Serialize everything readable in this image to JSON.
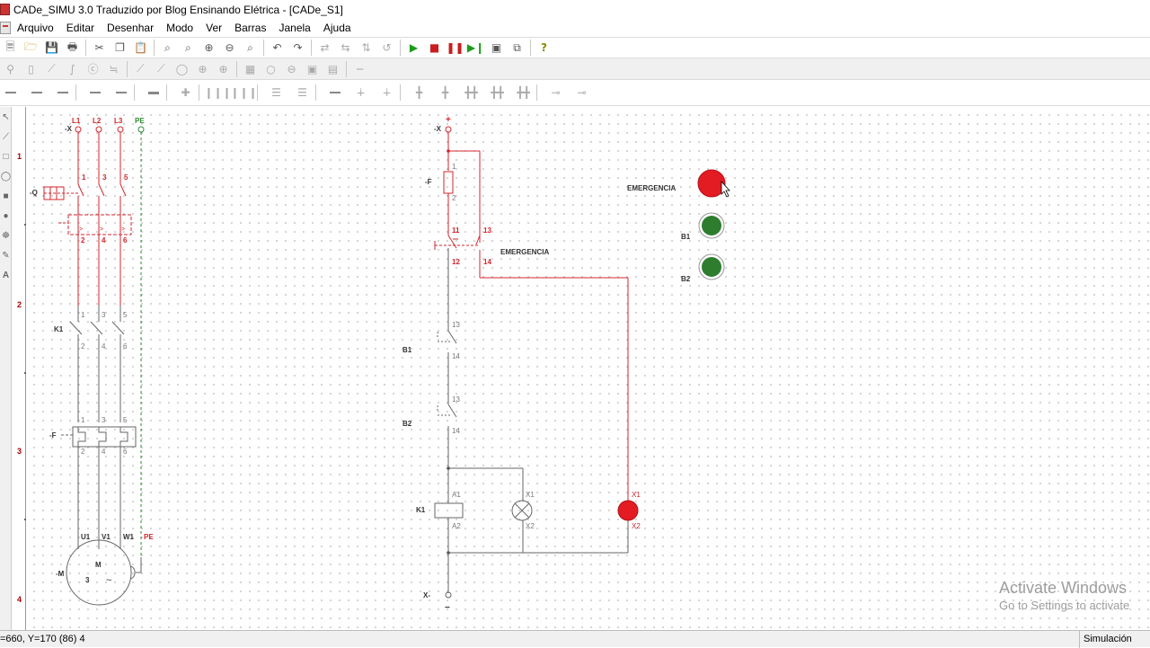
{
  "window": {
    "title": "CADe_SIMU 3.0 Traduzido por Blog Ensinando Elétrica - [CADe_S1]"
  },
  "menu": [
    "Arquivo",
    "Editar",
    "Desenhar",
    "Modo",
    "Ver",
    "Barras",
    "Janela",
    "Ajuda"
  ],
  "toolbar_icons": {
    "file": [
      "new-icon",
      "open-icon",
      "save-icon",
      "print-icon"
    ],
    "edit": [
      "cut-icon",
      "copy-icon",
      "paste-icon"
    ],
    "zoom": [
      "zoom-all-icon",
      "zoom-window-icon",
      "zoom-in-icon",
      "zoom-out-icon",
      "zoom-previous-icon"
    ],
    "history": [
      "undo-icon",
      "redo-icon"
    ],
    "simulation": [
      "play-icon",
      "stop-icon",
      "pause-icon",
      "step-icon"
    ],
    "help": [
      "help-icon"
    ],
    "colors": {
      "play": "#1a9c1a",
      "stop": "#c81e1e",
      "pause": "#c81e1e",
      "step": "#1a9c1a",
      "help": "#b8b800"
    }
  },
  "ruler": {
    "rows": [
      "1",
      "2",
      "3",
      "4"
    ]
  },
  "schematic": {
    "power": {
      "terminal_ref": "-X",
      "phases": [
        "L1",
        "L2",
        "L3",
        "PE"
      ],
      "breaker_ref": "-Q",
      "breaker_top": [
        "1",
        "3",
        "5"
      ],
      "breaker_bottom": [
        "2",
        "4",
        "6"
      ],
      "contactor_ref": "K1",
      "contactor_top": [
        "1",
        "3",
        "5"
      ],
      "contactor_bottom": [
        "2",
        "4",
        "6"
      ],
      "relay_ref": "-F",
      "relay_top": [
        "1",
        "3",
        "5"
      ],
      "relay_bottom": [
        "2",
        "4",
        "6"
      ],
      "motor_terminals": [
        "U1",
        "V1",
        "W1",
        "PE"
      ],
      "motor_ref": "-M",
      "motor_label": "M",
      "motor_phase": "3",
      "motor_symbol": "~"
    },
    "control": {
      "terminal_top_ref": "-X",
      "terminal_top_sign": "+",
      "fuse_ref": "-F",
      "fuse_terminals": [
        "1",
        "2"
      ],
      "emergency_nc": [
        "11",
        "12"
      ],
      "emergency_no": [
        "13",
        "14"
      ],
      "emergency_label": "EMERGENCIA",
      "b1_ref": "B1",
      "b1_terminals": [
        "13",
        "14"
      ],
      "b2_ref": "B2",
      "b2_terminals": [
        "13",
        "14"
      ],
      "coil_ref": "K1",
      "coil_terminals": [
        "A1",
        "A2"
      ],
      "lamp_terminals": [
        "X1",
        "X2"
      ],
      "red_lamp_terminals": [
        "X1",
        "X2"
      ],
      "terminal_bottom_ref": "X-",
      "terminal_bottom_sign": "−"
    },
    "panel": {
      "buttons": [
        {
          "label": "EMERGENCIA",
          "color": "#e31b23"
        },
        {
          "label": "B1",
          "color": "#2e7d2e"
        },
        {
          "label": "B2",
          "color": "#2e7d2e"
        }
      ]
    },
    "colors": {
      "energized": "#d4262c",
      "wire": "#555555",
      "red_lamp": "#e31b23"
    }
  },
  "status": {
    "coords": "=660, Y=170 (86) 4",
    "mode": "Simulación"
  },
  "watermark": {
    "line1": "Activate Windows",
    "line2": "Go to Settings to activate"
  }
}
